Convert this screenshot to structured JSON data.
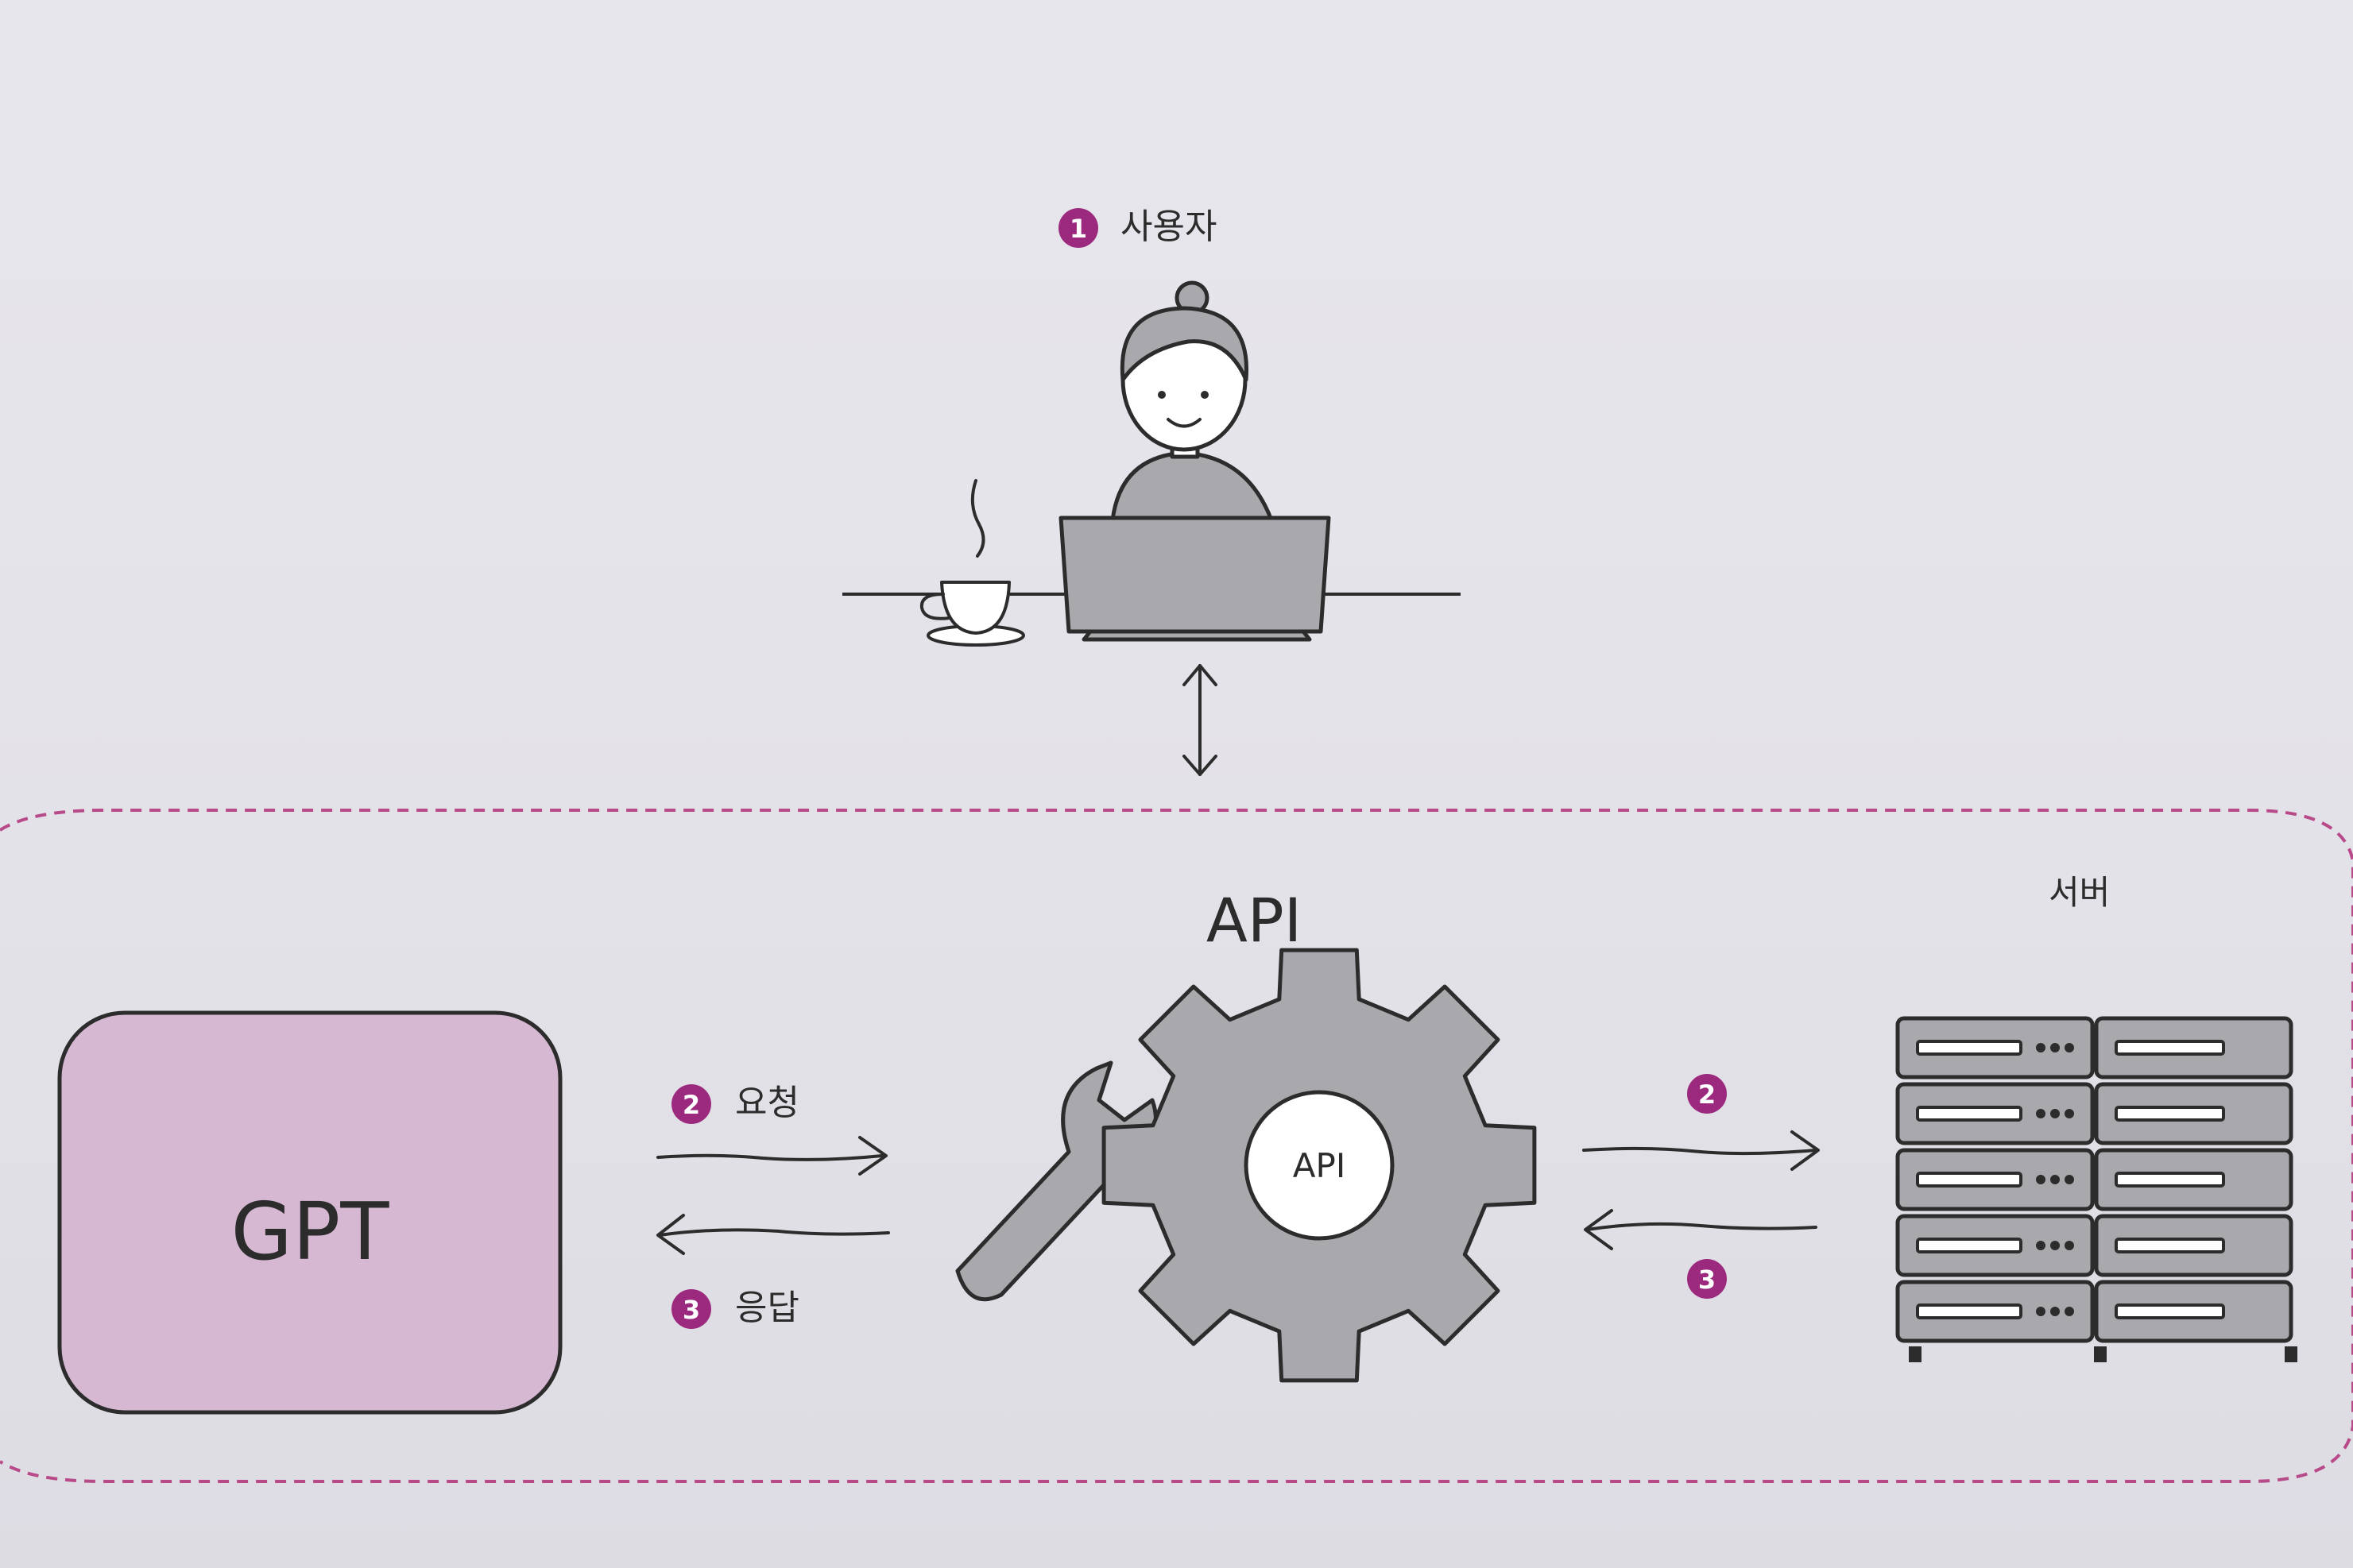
{
  "labels": {
    "user": "사용자",
    "server": "서버",
    "api_title": "API",
    "api_gear": "API",
    "gpt": "GPT",
    "request": "요청",
    "response": "응답"
  },
  "steps": {
    "one": "1",
    "two": "2",
    "three": "3"
  },
  "colors": {
    "accent": "#9b2a7e",
    "gpt_fill": "#d7b8d3",
    "gray_fill": "#a9a9ad",
    "outline": "#2c2c2c",
    "dash": "#b84a8a"
  },
  "icons": {
    "user": "person-at-laptop-icon",
    "coffee": "coffee-cup-icon",
    "api": "gear-wrench-icon",
    "server": "server-rack-icon"
  }
}
